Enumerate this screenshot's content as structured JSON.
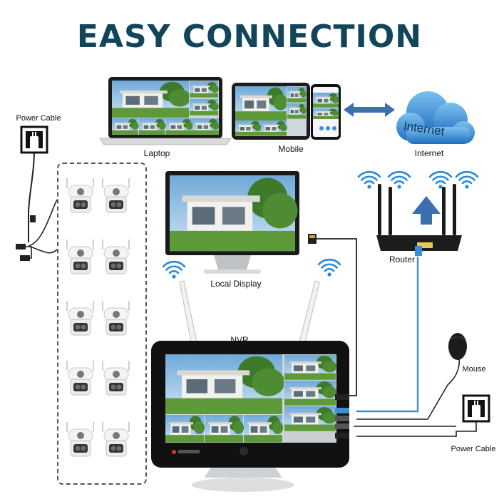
{
  "title": "EASY CONNECTION",
  "labels": {
    "power_cable_left": "Power Cable",
    "laptop": "Laptop",
    "mobile": "Mobile",
    "internet": "Internet",
    "internet_cloud_text": "Internet",
    "router": "Router",
    "local_display": "Local Display",
    "nvr": "NVR",
    "mouse": "Mouse",
    "power_cable_right": "Power Cable"
  },
  "colors": {
    "title": "#12455a",
    "cloud": "#3a8fd6",
    "wifi": "#2a8ad6",
    "lan_cable": "#3a8fd6",
    "screen_sky": "#86b9e0",
    "grass": "#5f9a3a"
  },
  "camera_count": 10
}
